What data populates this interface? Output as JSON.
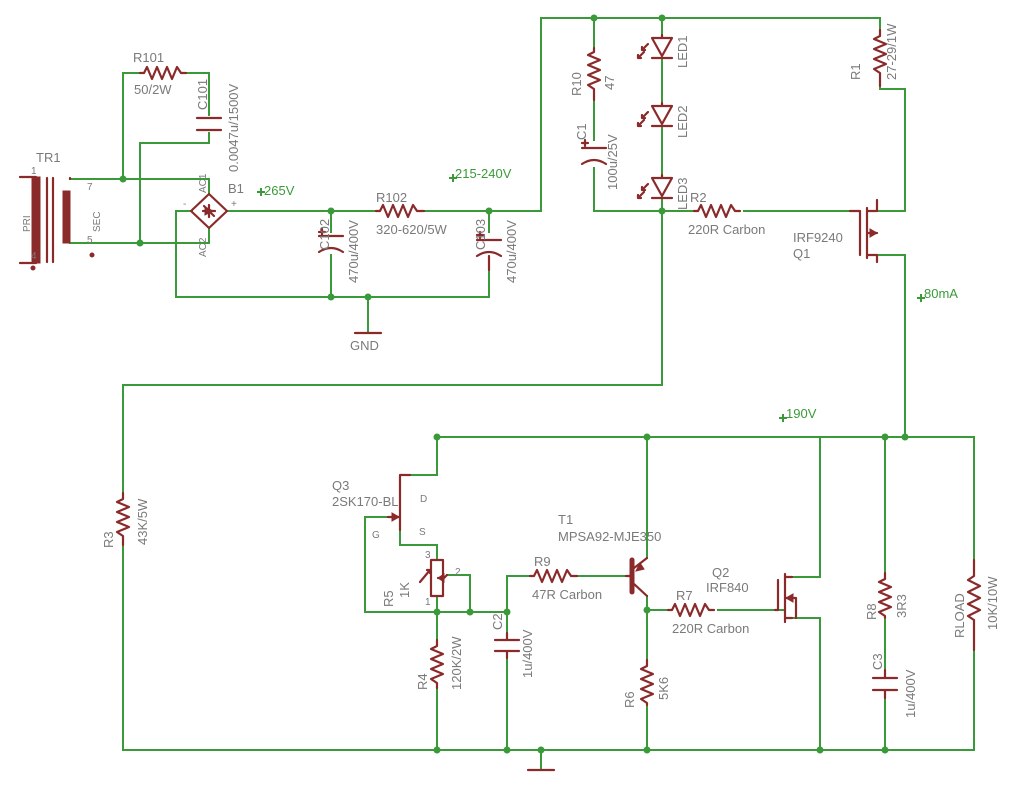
{
  "net_labels": {
    "v265": "265V",
    "v215": "215-240V",
    "i80": "80mA",
    "v190": "190V",
    "gnd": "GND"
  },
  "transformer": {
    "ref": "TR1",
    "primary": "PRI",
    "secondary": "SEC",
    "pin1": "1",
    "pin4": "4",
    "pin7": "7",
    "pin5": "5"
  },
  "bridge": {
    "ref": "B1",
    "ac1": "AC1",
    "ac2": "AC2",
    "plus": "+",
    "minus": "-"
  },
  "components": {
    "R101": {
      "ref": "R101",
      "value": "50/2W"
    },
    "C101": {
      "ref": "C101",
      "value": "0.0047u/1500V"
    },
    "C102": {
      "ref": "C102",
      "value": "470u/400V"
    },
    "R102": {
      "ref": "R102",
      "value": "320-620/5W"
    },
    "C103": {
      "ref": "C103",
      "value": "470u/400V"
    },
    "R10": {
      "ref": "R10",
      "value": "47"
    },
    "C1": {
      "ref": "C1",
      "value": "100u/25V"
    },
    "LED1": {
      "ref": "LED1"
    },
    "LED2": {
      "ref": "LED2"
    },
    "LED3": {
      "ref": "LED3"
    },
    "R2": {
      "ref": "R2",
      "value": "220R Carbon"
    },
    "R1": {
      "ref": "R1",
      "value": "27-29/1W"
    },
    "Q1": {
      "ref": "Q1",
      "value": "IRF9240"
    },
    "R3": {
      "ref": "R3",
      "value": "43K/5W"
    },
    "Q3": {
      "ref": "Q3",
      "value": "2SK170-BL",
      "pin_d": "D",
      "pin_g": "G",
      "pin_s": "S"
    },
    "R5": {
      "ref": "R5",
      "value": "1K",
      "pin1": "1",
      "pin2": "2",
      "pin3": "3"
    },
    "R4": {
      "ref": "R4",
      "value": "120K/2W"
    },
    "C2": {
      "ref": "C2",
      "value": "1u/400V"
    },
    "R9": {
      "ref": "R9",
      "value": "47R Carbon"
    },
    "T1": {
      "ref": "T1",
      "value": "MPSA92-MJE350"
    },
    "R7": {
      "ref": "R7",
      "value": "220R Carbon"
    },
    "Q2": {
      "ref": "Q2",
      "value": "IRF840"
    },
    "R6": {
      "ref": "R6",
      "value": "5K6"
    },
    "R8": {
      "ref": "R8",
      "value": "3R3"
    },
    "C3": {
      "ref": "C3",
      "value": "1u/400V"
    },
    "RLOAD": {
      "ref": "RLOAD",
      "value": "10K/10W"
    }
  },
  "colors": {
    "wire": "#3a9a3a",
    "part": "#8b2a2a",
    "label": "#7a7a7a"
  }
}
